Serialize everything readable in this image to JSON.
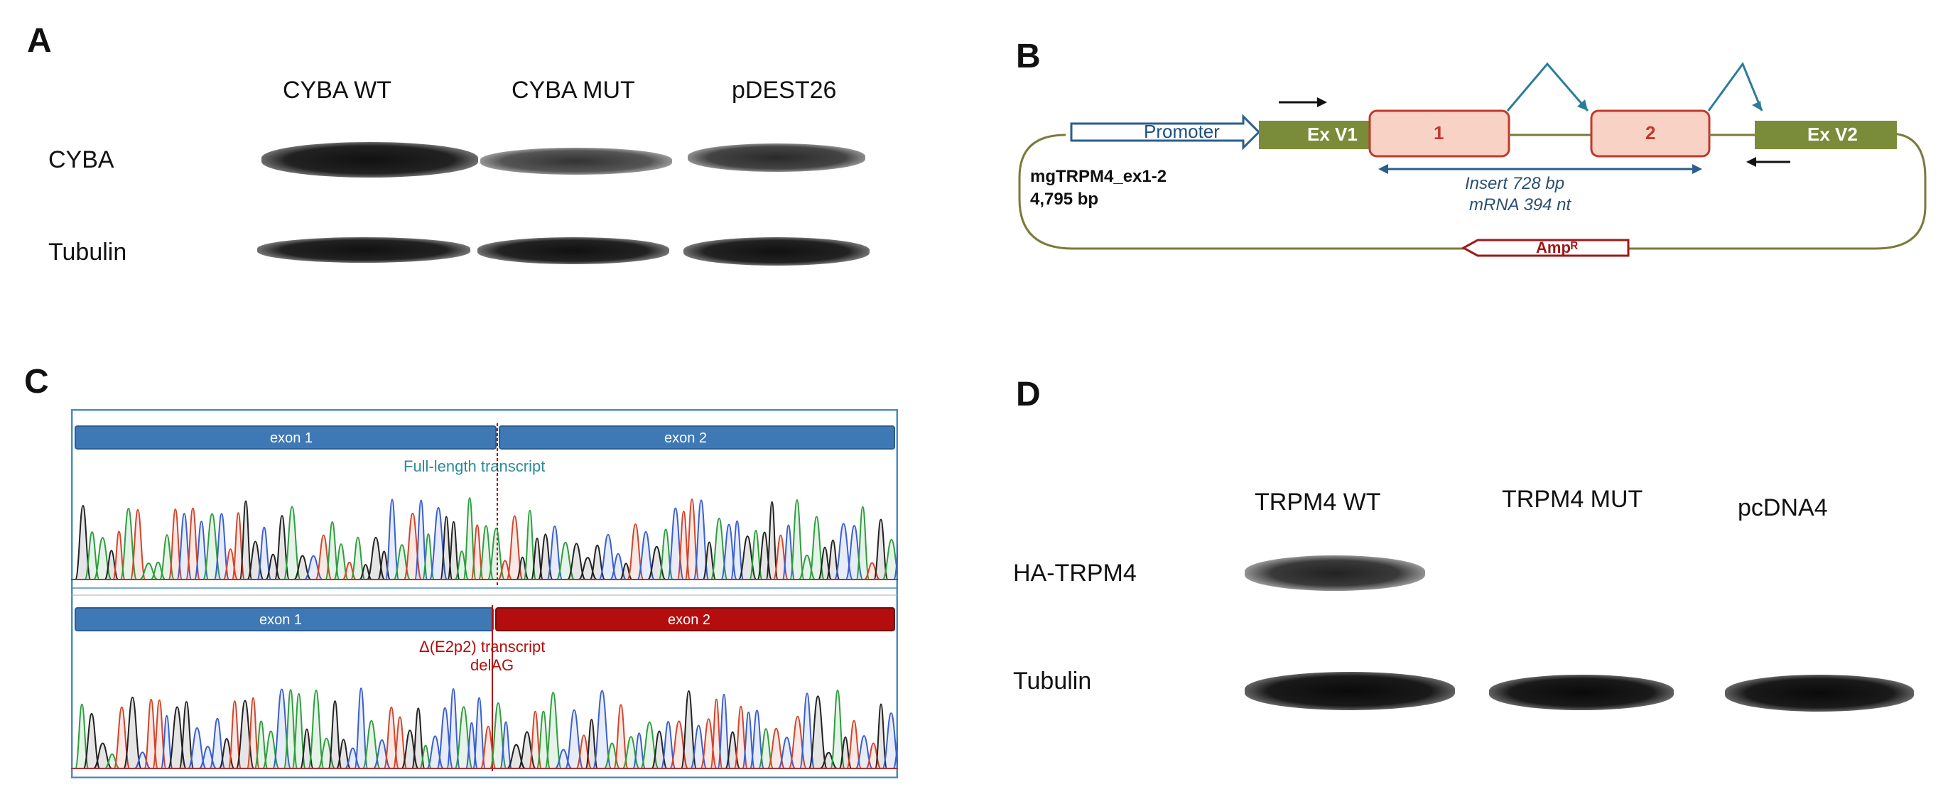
{
  "panel_a": {
    "letter": "A",
    "lanes": [
      "CYBA WT",
      "CYBA MUT",
      "pDEST26"
    ],
    "rows": [
      "CYBA",
      "Tubulin"
    ]
  },
  "panel_b": {
    "letter": "B",
    "promoter": "Promoter",
    "exon_v1": "Ex V1",
    "exon_1": "1",
    "exon_2": "2",
    "exon_v2": "Ex V2",
    "plasmid_name": "mgTRPM4_ex1-2",
    "plasmid_size": "4,795 bp",
    "insert": "Insert 728 bp",
    "mrna": "mRNA 394 nt",
    "amp": "Ampᴿ",
    "colors": {
      "exon_green": "#7a8c3a",
      "exon_box": "#f9d2c6",
      "exon_box_border": "#c0392b",
      "promoter_border": "#2b5d8f",
      "arrow_blue": "#2a6d8f",
      "amp_border": "#a01818"
    }
  },
  "panel_c": {
    "letter": "C",
    "top_exon1": "exon 1",
    "top_exon2": "exon 2",
    "top_caption": "Full-length transcript",
    "bottom_exon1": "exon 1",
    "bottom_exon2": "exon 2",
    "bottom_caption": "Δ(E2p2) transcript",
    "bottom_caption2": "delAG",
    "colors": {
      "exon_blue": "#3f79b5",
      "exon_red": "#b30d0d",
      "caption_teal": "#2a8b9a",
      "caption_red": "#b30d0d"
    }
  },
  "panel_d": {
    "letter": "D",
    "lanes": [
      "TRPM4 WT",
      "TRPM4 MUT",
      "pcDNA4"
    ],
    "rows": [
      "HA-TRPM4",
      "Tubulin"
    ]
  }
}
